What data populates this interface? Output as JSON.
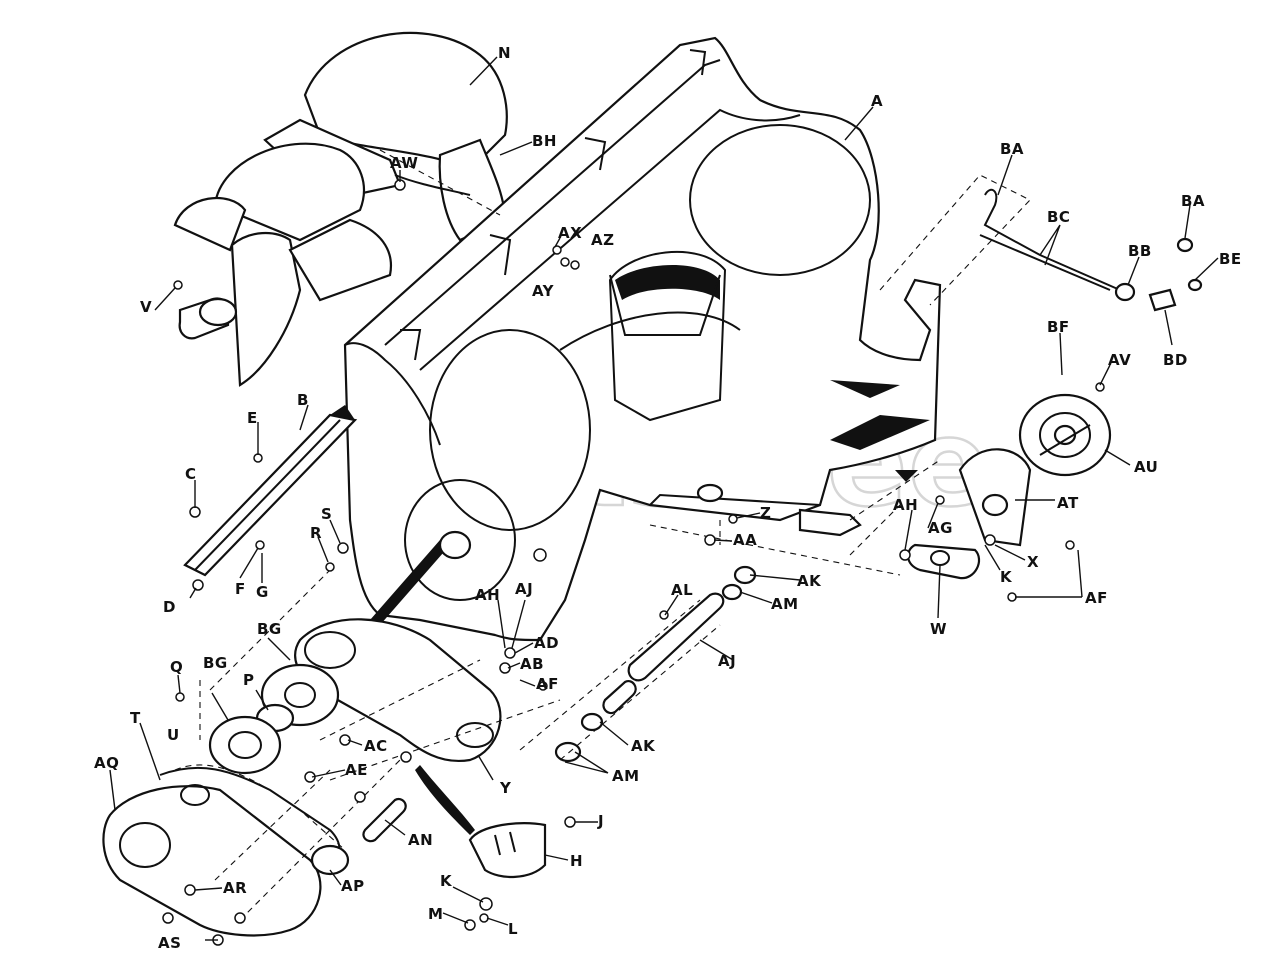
{
  "watermark": "PartsTree",
  "labels": {
    "N": "N",
    "BH": "BH",
    "AW": "AW",
    "A": "A",
    "V": "V",
    "AX": "AX",
    "AZ": "AZ",
    "AY": "AY",
    "BA1": "BA",
    "BC": "BC",
    "BA2": "BA",
    "BB": "BB",
    "BE": "BE",
    "BD": "BD",
    "BF": "BF",
    "AV": "AV",
    "AU": "AU",
    "AT": "AT",
    "E": "E",
    "B": "B",
    "C": "C",
    "D": "D",
    "F": "F",
    "G": "G",
    "S": "S",
    "R": "R",
    "Z": "Z",
    "AA": "AA",
    "AH1": "AH",
    "AG": "AG",
    "K1": "K",
    "X": "X",
    "AF1": "AF",
    "W": "W",
    "AK1": "AK",
    "AL": "AL",
    "AM1": "AM",
    "AJ1": "AJ",
    "AH2": "AH",
    "AJ2": "AJ",
    "AD": "AD",
    "AB": "AB",
    "AF2": "AF",
    "BG1": "BG",
    "Q": "Q",
    "BG2": "BG",
    "U": "U",
    "P": "P",
    "T": "T",
    "AQ": "AQ",
    "AC": "AC",
    "AE": "AE",
    "Y": "Y",
    "AK2": "AK",
    "AM2": "AM",
    "AN": "AN",
    "J": "J",
    "H": "H",
    "AR": "AR",
    "AP": "AP",
    "K2": "K",
    "AS": "AS",
    "M": "M",
    "L": "L"
  }
}
